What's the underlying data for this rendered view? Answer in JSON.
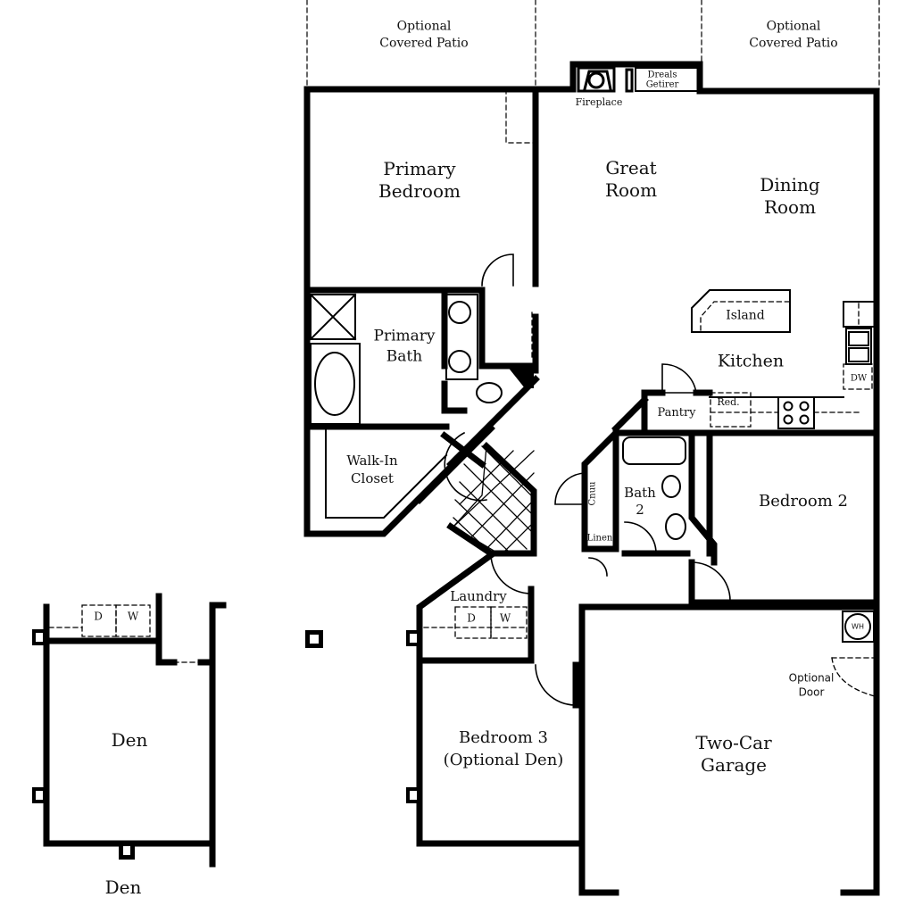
{
  "plan": {
    "type": "floor-plan",
    "colors": {
      "wall": "#000000",
      "background": "#ffffff",
      "text": "#111111"
    }
  },
  "labels": {
    "patio_left": {
      "line1": "Optional",
      "line2": "Covered Patio"
    },
    "patio_right": {
      "line1": "Optional",
      "line2": "Covered Patio"
    },
    "fireplace": "Fireplace",
    "dreals": {
      "line1": "Dreals",
      "line2": "Getirer"
    },
    "primary_bedroom": {
      "line1": "Primary",
      "line2": "Bedroom"
    },
    "great_room": {
      "line1": "Great",
      "line2": "Room"
    },
    "dining_room": {
      "line1": "Dining",
      "line2": "Room"
    },
    "island": "Island",
    "kitchen": "Kitchen",
    "pantry": "Pantry",
    "refrigerator": "Red.",
    "dishwasher": "DW",
    "primary_bath": {
      "line1": "Primary",
      "line2": "Bath"
    },
    "walk_in_closet": {
      "line1": "Walk-In",
      "line2": "Closet"
    },
    "coat_closet": "Cnuu",
    "bath2": {
      "line1": "Bath",
      "line2": "2"
    },
    "linen": "Linen",
    "bedroom2": "Bedroom 2",
    "laundry": "Laundry",
    "dryer": "D",
    "washer": "W",
    "water_heater": "WH",
    "optional_door": {
      "line1": "Optional",
      "line2": "Door"
    },
    "bedroom3": {
      "line1": "Bedroom 3",
      "line2": "(Optional Den)"
    },
    "garage": {
      "line1": "Two-Car",
      "line2": "Garage"
    },
    "den_room": "Den",
    "den_dryer": "D",
    "den_washer": "W",
    "den_caption": "Den"
  }
}
